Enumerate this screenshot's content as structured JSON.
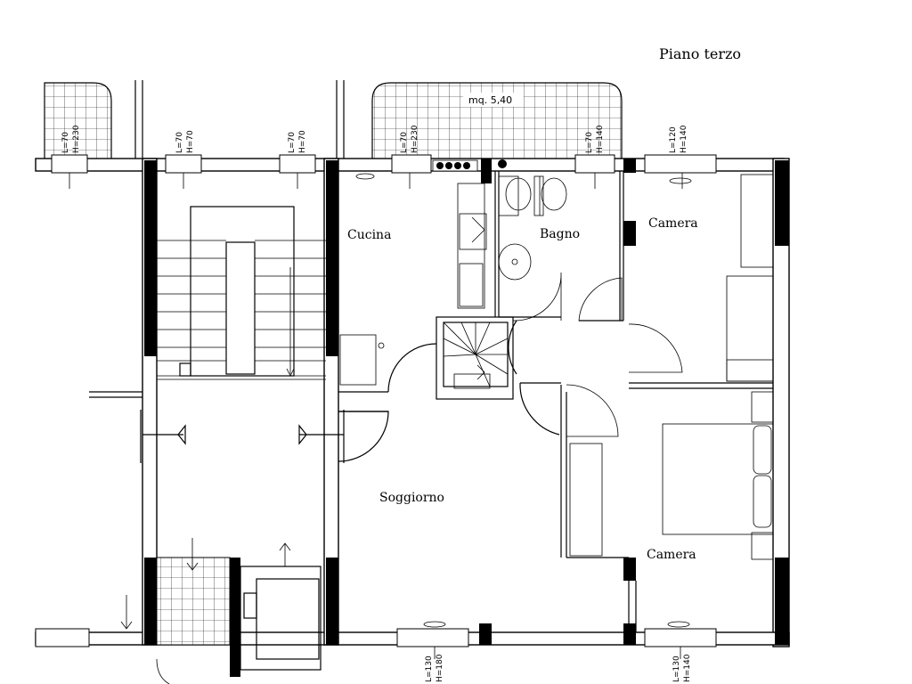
{
  "title": "Piano terzo",
  "balcony_area": "mq. 5,40",
  "rooms": {
    "cucina": "Cucina",
    "bagno": "Bagno",
    "camera_top": "Camera",
    "soggiorno": "Soggiorno",
    "camera_bottom": "Camera"
  },
  "windows": {
    "w1": [
      "L=70",
      "H=230"
    ],
    "w2": [
      "L=70",
      "H=70"
    ],
    "w3": [
      "L=70",
      "H=70"
    ],
    "w4": [
      "L=70",
      "H=230"
    ],
    "w5": [
      "L=70",
      "H=140"
    ],
    "w6": [
      "L=120",
      "H=140"
    ],
    "w7": [
      "L=130",
      "H=180"
    ],
    "w8": [
      "L=130",
      "H=140"
    ]
  }
}
